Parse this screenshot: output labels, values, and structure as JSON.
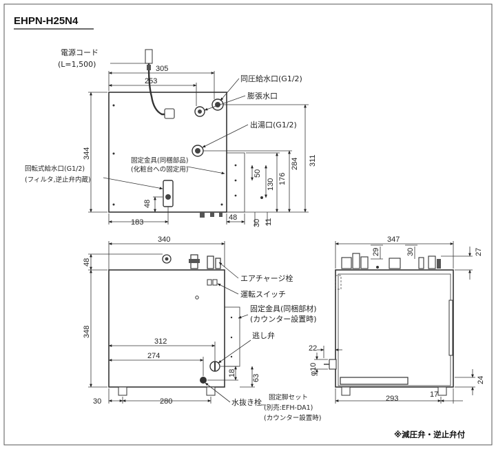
{
  "model": "EHPN-H25N4",
  "note": "※減圧弁・逆止弁付",
  "labels": {
    "power_cord": "電源コード",
    "power_cord_length": "(L=1,500)",
    "same_pressure_inlet": "同圧給水口(G1/2)",
    "expansion_outlet": "膨張水口",
    "hot_water_outlet": "出湯口(G1/2)",
    "fixing_bracket_top_1": "固定金具(同梱部品)",
    "fixing_bracket_top_2": "(化粧台への固定用)",
    "rotary_inlet_1": "回転式給水口(G1/2)",
    "rotary_inlet_2": "(フィルタ,逆止弁内蔵)",
    "air_charge_plug": "エアチャージ栓",
    "run_switch": "運転スイッチ",
    "fixing_bracket_front_1": "固定金具(同梱部材)",
    "fixing_bracket_front_2": "(カウンター設置時)",
    "relief_valve": "逃し弁",
    "drain_plug": "水抜き栓",
    "fixing_legs_1": "固定脚セット",
    "fixing_legs_2": "(別売:EFH-DA1)",
    "fixing_legs_3": "(カウンター設置時)"
  },
  "dims_top": {
    "w305": "305",
    "w253": "253",
    "h344": "344",
    "h311": "311",
    "h284": "284",
    "h176": "176",
    "h130": "130",
    "h50": "50",
    "h48": "48",
    "w183": "183",
    "w48": "48",
    "h30": "30",
    "h11": "11"
  },
  "dims_front": {
    "w340": "340",
    "h48": "48",
    "h348": "348",
    "w312": "312",
    "w274": "274",
    "h18": "18",
    "h63": "63",
    "w30": "30",
    "w280": "280"
  },
  "dims_side": {
    "w347": "347",
    "h29": "29",
    "h30": "30",
    "h27": "27",
    "w22": "22",
    "dia10": "φ10",
    "w293": "293",
    "w17": "17",
    "h24": "24"
  }
}
